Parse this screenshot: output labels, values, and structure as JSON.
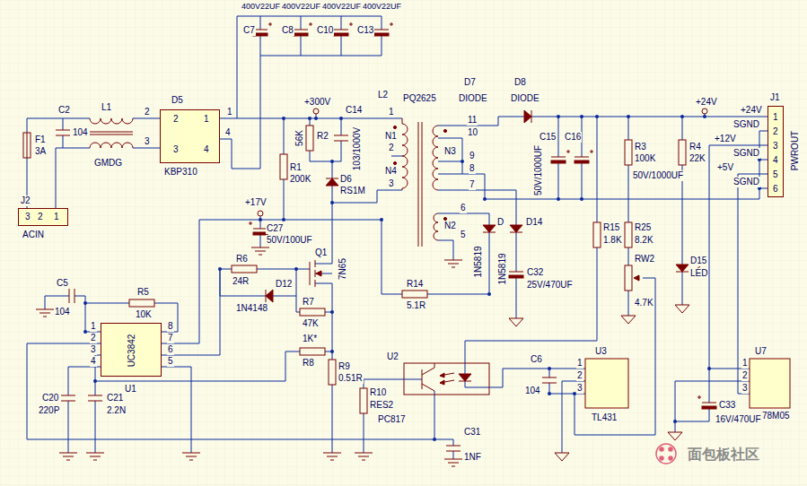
{
  "diagram": {
    "nodes": [
      {
        "text": [
          "2",
          "1",
          "3",
          "4"
        ]
      },
      {
        "text": [
          "1",
          "2",
          "3",
          "4",
          "5",
          "6"
        ]
      },
      {
        "text": [
          "3",
          "2",
          "1"
        ]
      },
      {
        "text": [
          "UC3842"
        ]
      }
    ],
    "labels": [
      "400V22UF",
      "400V22UF",
      "400V22UF",
      "400V22UF",
      "C7",
      "C8",
      "C10",
      "C13",
      "F1",
      "3A",
      "C2",
      "104",
      "L1",
      "GMDG",
      "D5",
      "KBP310",
      "2",
      "3",
      "1",
      "4",
      "J2",
      "ACIN",
      "+300V",
      "R2",
      "56K",
      "C14",
      "103/1000V",
      "R1",
      "200K",
      "D6",
      "RS1M",
      "L2",
      "PQ2625",
      "1",
      "N1",
      "2",
      "N4",
      "3",
      "D7",
      "DIODE",
      "D8",
      "DIODE",
      "11",
      "10",
      "N3",
      "9",
      "8",
      "7",
      "6",
      "N2",
      "5",
      "C15",
      "C16",
      "50V/1000UF",
      "50V/1000UF",
      "+24V",
      "R3",
      "100K",
      "R4",
      "22K",
      "SGND",
      "+24V",
      "+12V",
      "SGND",
      "+5V",
      "SGND",
      "J1",
      "PWROUT",
      "+17V",
      "C27",
      "50V/100UF",
      "Q1",
      "7N65",
      "R6",
      "24R",
      "D12",
      "1N4148",
      "R7",
      "47K",
      "1K*",
      "R8",
      "R9",
      "0.51R",
      "R10",
      "RES2",
      "C5",
      "104",
      "R5",
      "10K",
      "1",
      "2",
      "3",
      "4",
      "8",
      "7",
      "6",
      "5",
      "U1",
      "C20",
      "220P",
      "C21",
      "2.2N",
      "R14",
      "5.1R",
      "D",
      "D14",
      "1N5819",
      "1N5819",
      "C32",
      "25V/470UF",
      "R15",
      "1.8K",
      "R25",
      "8.2K",
      "RW2",
      "4.7K",
      "D15",
      "LED",
      "U2",
      "PC817",
      "C6",
      "104",
      "U3",
      "1",
      "2",
      "3",
      "TL431",
      "U7",
      "1",
      "2",
      "3",
      "78M05",
      "C33",
      "16V/470UF",
      "C31",
      "1NF",
      "面包板社区"
    ]
  }
}
